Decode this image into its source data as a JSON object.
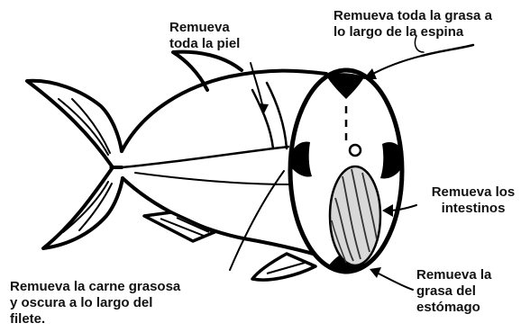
{
  "labels": {
    "skin": "Remueva\ntoda la piel",
    "spine": "Remueva toda la grasa a\nlo largo de la espina",
    "intestines": "Remueva los\nintestinos",
    "stomach": "Remueva la\ngrasa del\nestómago",
    "dark_meat": "Remueva la carne grasosa\ny oscura a lo largo del\nfilete."
  }
}
